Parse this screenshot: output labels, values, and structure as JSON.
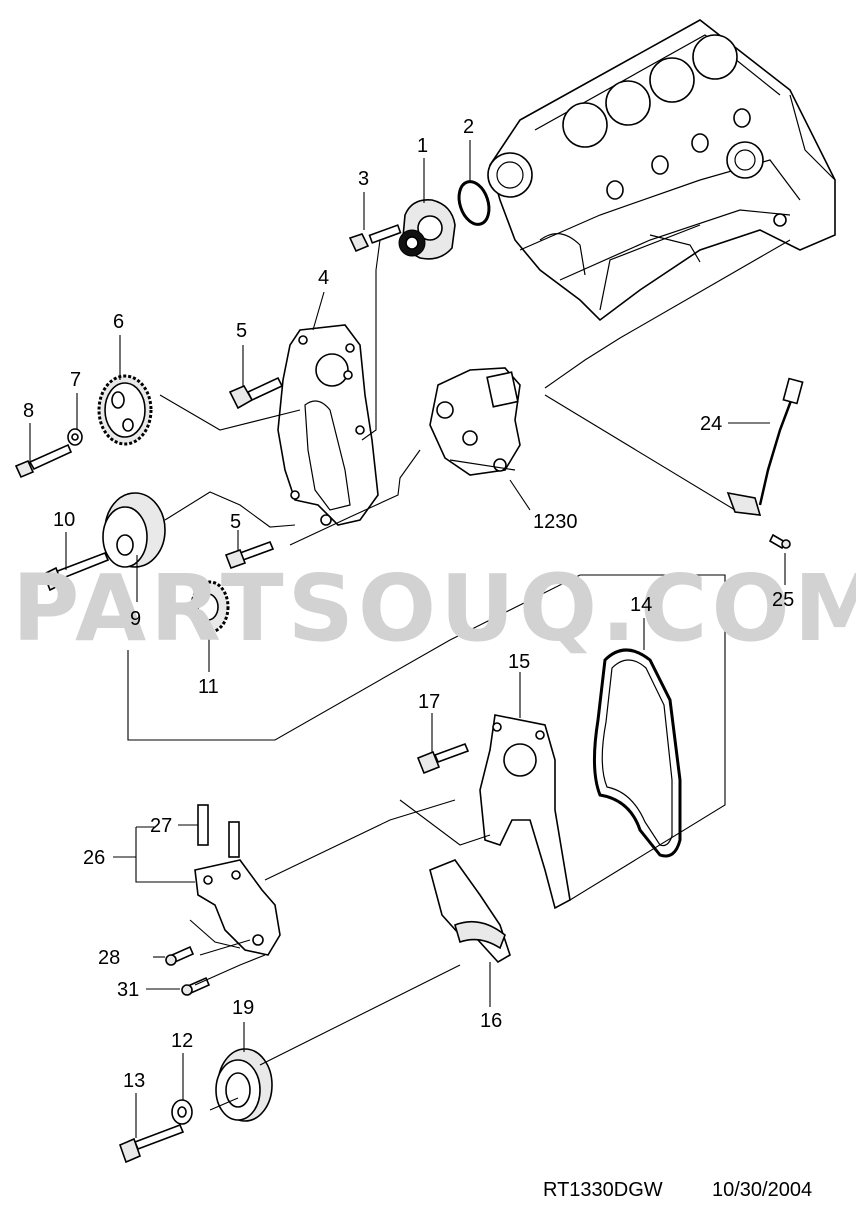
{
  "diagram": {
    "watermark": "PARTSOUQ.COM",
    "drawing_code": "RT1330DGW",
    "drawing_date": "10/30/2004",
    "callouts": {
      "c1": "1",
      "c2": "2",
      "c3": "3",
      "c4": "4",
      "c5a": "5",
      "c5b": "5",
      "c6": "6",
      "c7": "7",
      "c8": "8",
      "c9": "9",
      "c10": "10",
      "c11": "11",
      "c12": "12",
      "c13": "13",
      "c14": "14",
      "c15": "15",
      "c16": "16",
      "c17": "17",
      "c19": "19",
      "c24": "24",
      "c25": "25",
      "c26": "26",
      "c27": "27",
      "c28": "28",
      "c31": "31",
      "c1230": "1230"
    }
  }
}
